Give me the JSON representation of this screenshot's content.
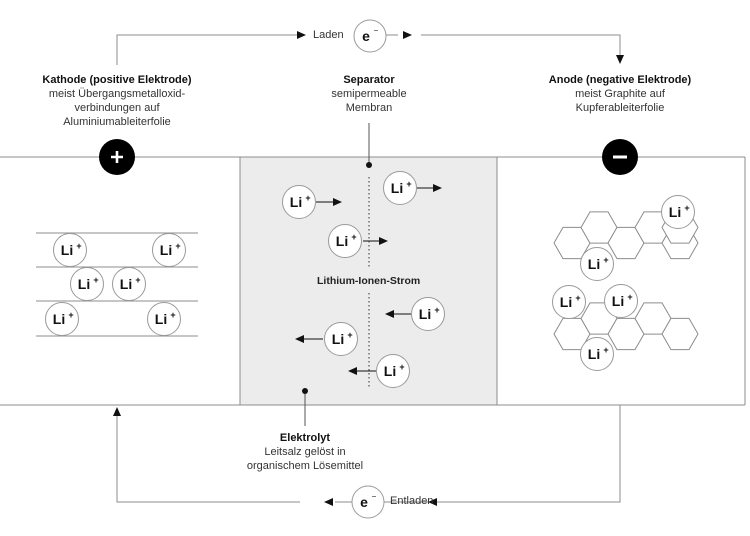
{
  "diagram": {
    "title": "Lithium-Ionen-Batterie Funktionsprinzip",
    "charge_flow": {
      "label": "Laden",
      "carrier": "e",
      "carrier_sup": "−"
    },
    "discharge_flow": {
      "label": "Entladen",
      "carrier": "e",
      "carrier_sup": "−"
    },
    "cathode": {
      "title": "Kathode (positive Elektrode)",
      "lines": [
        "meist Übergangsmetalloxid-",
        "verbindungen auf",
        "Aluminiumableiterfolie"
      ],
      "terminal_symbol": "+"
    },
    "separator": {
      "title": "Separator",
      "lines": [
        "semipermeable",
        "Membran"
      ]
    },
    "anode": {
      "title": "Anode (negative Elektrode)",
      "lines": [
        "meist Graphite auf",
        "Kupferableiterfolie"
      ],
      "terminal_symbol": "−"
    },
    "electrolyte": {
      "title": "Elektrolyt",
      "lines": [
        "Leitsalz gelöst in",
        "organischem Lösemittel"
      ]
    },
    "ion_current_label": "Lithium-Ionen-Strom",
    "ion": {
      "symbol": "Li",
      "charge": "+"
    },
    "colors": {
      "separator_fill": "#ececec",
      "outline": "#8c8c8c",
      "terminal_fill": "#000000",
      "text": "#222222"
    }
  }
}
